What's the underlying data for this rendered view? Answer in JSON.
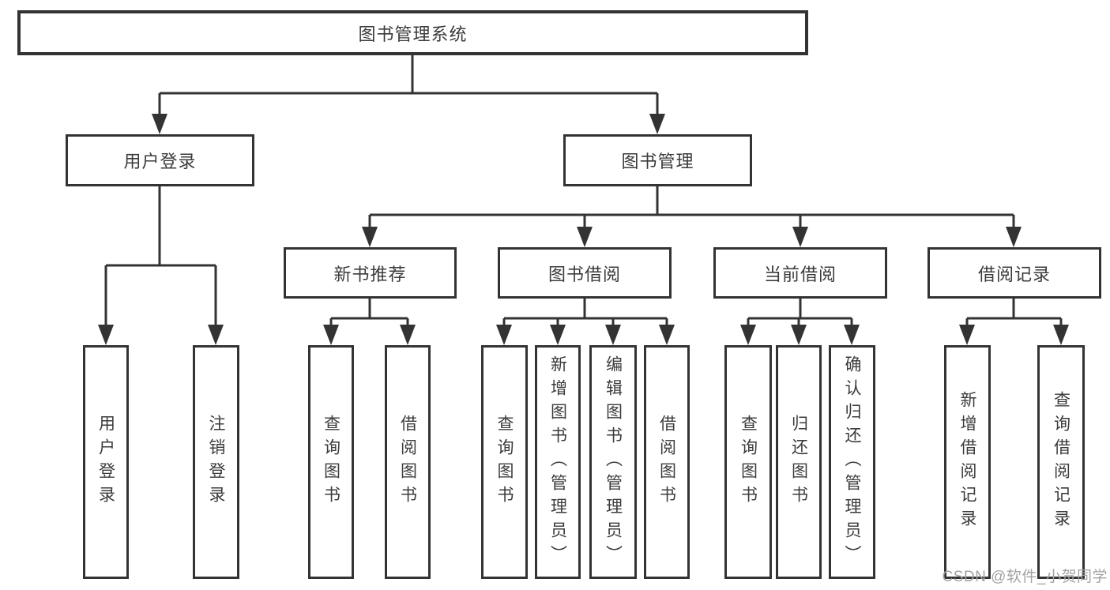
{
  "title": "图书管理系统",
  "diagram_type": "hierarchy-functional-structure",
  "tree": {
    "label": "图书管理系统",
    "children": [
      {
        "label": "用户登录",
        "children": [
          {
            "label": "用户登录"
          },
          {
            "label": "注销登录"
          }
        ]
      },
      {
        "label": "图书管理",
        "children": [
          {
            "label": "新书推荐",
            "children": [
              {
                "label": "查询图书"
              },
              {
                "label": "借阅图书"
              }
            ]
          },
          {
            "label": "图书借阅",
            "children": [
              {
                "label": "查询图书"
              },
              {
                "label": "新增图书（管理员）"
              },
              {
                "label": "编辑图书（管理员）"
              },
              {
                "label": "借阅图书"
              }
            ]
          },
          {
            "label": "当前借阅",
            "children": [
              {
                "label": "查询图书"
              },
              {
                "label": "归还图书"
              },
              {
                "label": "确认归还（管理员）"
              }
            ]
          },
          {
            "label": "借阅记录",
            "children": [
              {
                "label": "新增借阅记录"
              },
              {
                "label": "查询借阅记录"
              }
            ]
          }
        ]
      }
    ]
  },
  "watermark": "CSDN @软件_小贺同学",
  "colors": {
    "line": "#333333",
    "text": "#3b3b3b",
    "watermark": "#a3a3a3",
    "bg": "#ffffff"
  }
}
